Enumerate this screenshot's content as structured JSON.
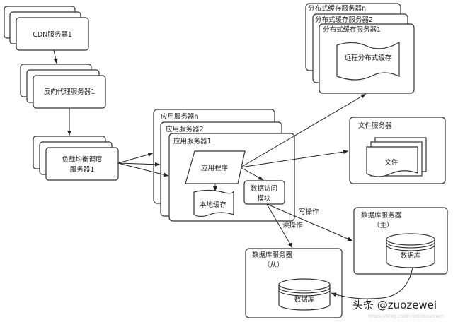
{
  "diagram": {
    "cdn": {
      "label": "CDN服务器1"
    },
    "reverse_proxy": {
      "label": "反向代理服务器1"
    },
    "load_balancer": {
      "line1": "负载均衡调度",
      "line2": "服务器1"
    },
    "app_servers": {
      "labels": [
        "应用服务器n",
        "应用服务器2",
        "应用服务器1"
      ],
      "app_program": "应用程序",
      "local_cache": "本地缓存",
      "data_access_line1": "数据访问",
      "data_access_line2": "模块"
    },
    "cache_servers": {
      "labels": [
        "分布式缓存服务器n",
        "分布式缓存服务器2",
        "分布式缓存服务器1"
      ],
      "remote_cache": "远程分布式缓存"
    },
    "file_server": {
      "label": "文件服务器",
      "file": "文件"
    },
    "db_master": {
      "line1": "数据库服务器",
      "line2": "（主）",
      "db": "数据库"
    },
    "db_slave": {
      "line1": "数据库服务器",
      "line2": "（从）",
      "db": "数据库"
    },
    "edges": {
      "write": "写操作",
      "read": "读操作"
    }
  },
  "watermark": {
    "text": "头条 @zuozewei",
    "faint": "https://blog.csdn.net/zuozewei"
  }
}
